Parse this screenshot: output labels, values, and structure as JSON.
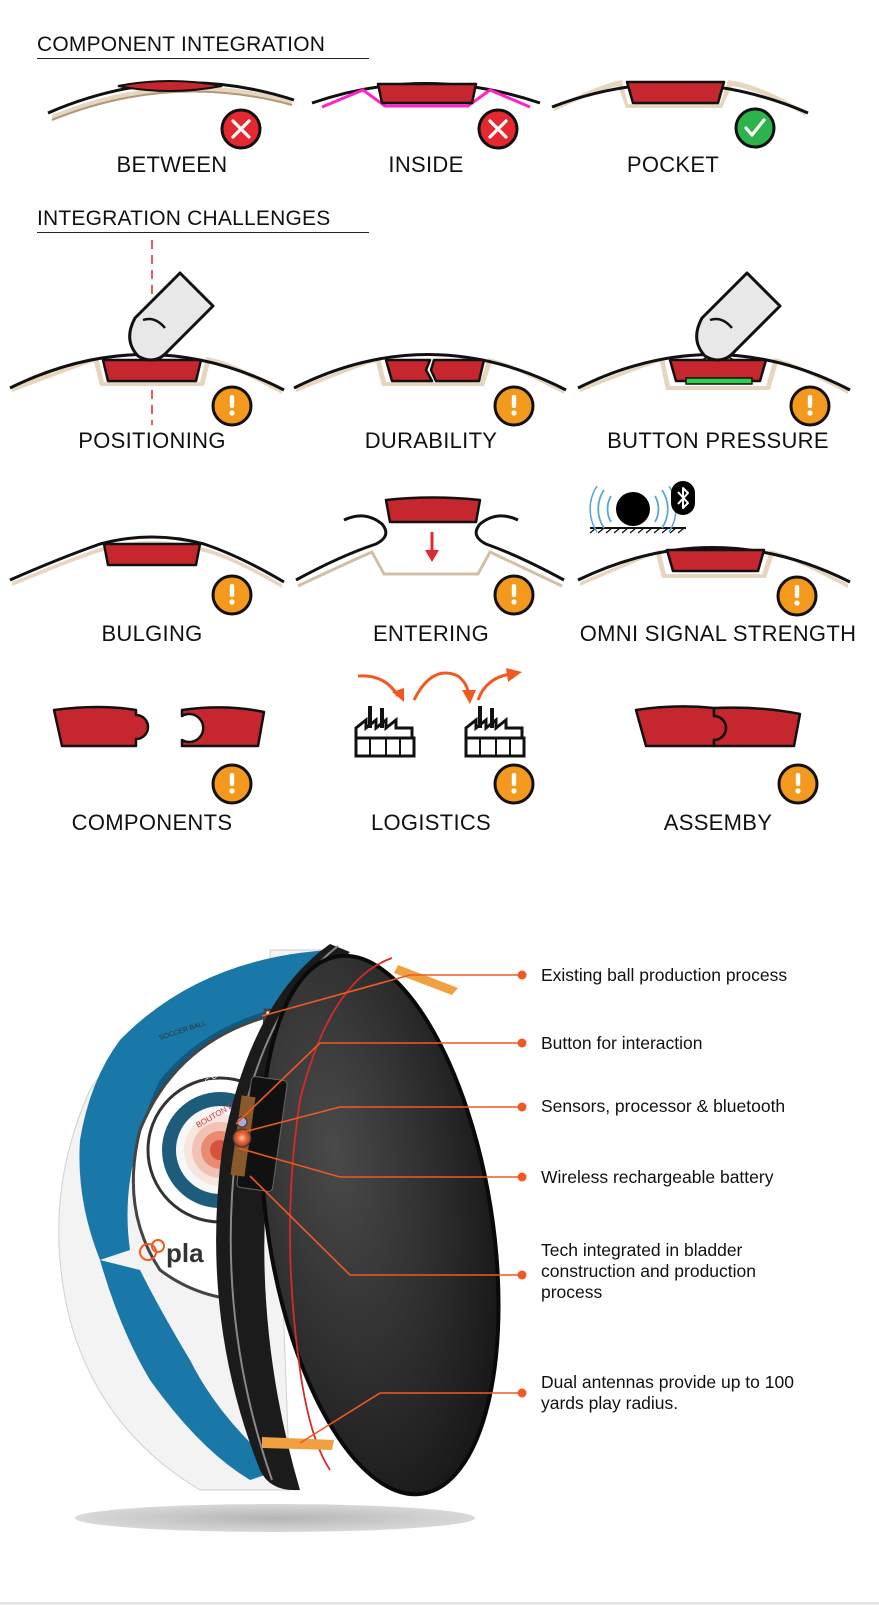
{
  "sections": {
    "integration_title": "COMPONENT INTEGRATION",
    "challenges_title": "INTEGRATION CHALLENGES"
  },
  "integration": [
    {
      "label": "BETWEEN",
      "status": "bad",
      "icon": "cross-icon"
    },
    {
      "label": "INSIDE",
      "status": "bad",
      "icon": "cross-icon"
    },
    {
      "label": "POCKET",
      "status": "good",
      "icon": "check-icon"
    }
  ],
  "challenges": [
    {
      "label": "POSITIONING",
      "icon": "warning-icon"
    },
    {
      "label": "DURABILITY",
      "icon": "warning-icon"
    },
    {
      "label": "BUTTON PRESSURE",
      "icon": "warning-icon"
    },
    {
      "label": "BULGING",
      "icon": "warning-icon"
    },
    {
      "label": "ENTERING",
      "icon": "warning-icon"
    },
    {
      "label": "OMNI SIGNAL STRENGTH",
      "icon": "warning-icon"
    },
    {
      "label": "COMPONENTS",
      "icon": "warning-icon"
    },
    {
      "label": "LOGISTICS",
      "icon": "warning-icon"
    },
    {
      "label": "ASSEMBY",
      "icon": "warning-icon"
    }
  ],
  "callouts": [
    {
      "text": "Existing ball production process"
    },
    {
      "text": "Button for interaction"
    },
    {
      "text": "Sensors, processor & bluetooth"
    },
    {
      "text": "Wireless rechargeable battery"
    },
    {
      "text": "Tech integrated in bladder construction and production process"
    },
    {
      "text": "Dual antennas provide up to 100 yards play radius."
    }
  ],
  "ball_print": {
    "brand": "pla",
    "ring_text_top": "WIRELESS CHARGE ZONE",
    "ring_text_mid": "BOUTON D'ACTION",
    "ring_text_side": "SOCCER BALL"
  },
  "colors": {
    "component_red": "#c6262e",
    "bad": "#e3282f",
    "good": "#2cb34a",
    "warning": "#f39a1e",
    "leader": "#f05a22",
    "ball_blue": "#1a78a8",
    "pink_layer": "#ff22cc",
    "button_green": "#2fd04a"
  }
}
